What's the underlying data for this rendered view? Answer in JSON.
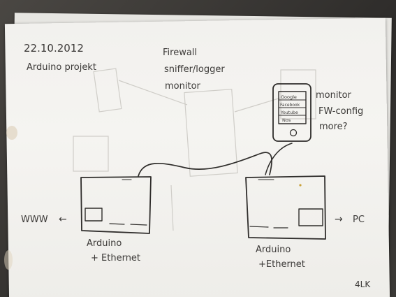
{
  "date": "22.10.2012",
  "project": "Arduino projekt",
  "features": [
    "Firewall",
    "sniffer/logger",
    "monitor"
  ],
  "phone_screen": [
    "Google",
    "Facebook",
    "Youtube",
    "Nos"
  ],
  "phone_notes": [
    "monitor",
    "FW-config",
    "more?"
  ],
  "left_board": {
    "label_line1": "Arduino",
    "label_line2": "+ Ethernet",
    "side_label": "WWW",
    "arrow": "←"
  },
  "right_board": {
    "label_line1": "Arduino",
    "label_line2": "+Ethernet",
    "side_label": "PC",
    "arrow": "→"
  },
  "signature": "4LK"
}
